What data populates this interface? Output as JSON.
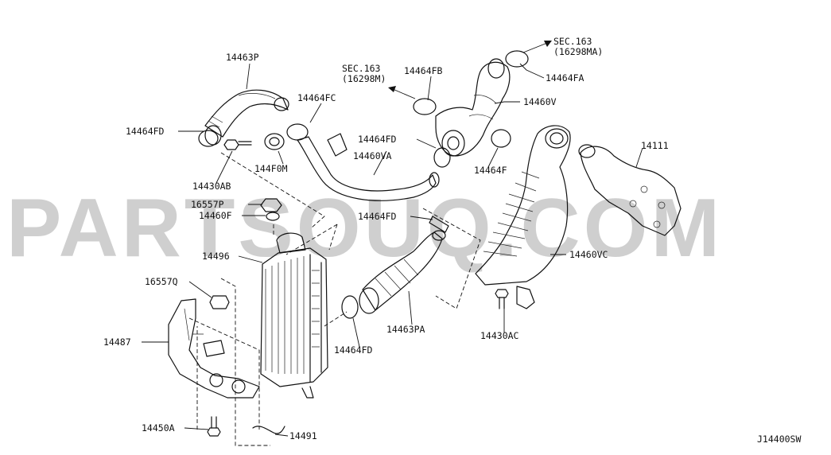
{
  "watermark": "PARTSOUQ.COM",
  "diagram_code": "J14400SW",
  "references": [
    {
      "id": "sec163-right",
      "line1": "SEC.163",
      "line2": "(16298MA)"
    },
    {
      "id": "sec163-left",
      "line1": "SEC.163",
      "line2": "(16298M)"
    }
  ],
  "labels": [
    {
      "id": "14463P",
      "text": "14463P"
    },
    {
      "id": "14464FB",
      "text": "14464FB"
    },
    {
      "id": "14464FA",
      "text": "14464FA"
    },
    {
      "id": "14464FC",
      "text": "14464FC"
    },
    {
      "id": "14460V",
      "text": "14460V"
    },
    {
      "id": "14464FD-a",
      "text": "14464FD"
    },
    {
      "id": "14464FD-b",
      "text": "14464FD"
    },
    {
      "id": "14111",
      "text": "14111"
    },
    {
      "id": "144F0M",
      "text": "144F0M"
    },
    {
      "id": "14460VA",
      "text": "14460VA"
    },
    {
      "id": "14464F",
      "text": "14464F"
    },
    {
      "id": "14430AB",
      "text": "14430AB"
    },
    {
      "id": "16557P",
      "text": "16557P"
    },
    {
      "id": "14460F",
      "text": "14460F"
    },
    {
      "id": "14464FD-c",
      "text": "14464FD"
    },
    {
      "id": "14496",
      "text": "14496"
    },
    {
      "id": "14460VC",
      "text": "14460VC"
    },
    {
      "id": "16557Q",
      "text": "16557Q"
    },
    {
      "id": "14463PA",
      "text": "14463PA"
    },
    {
      "id": "14430AC",
      "text": "14430AC"
    },
    {
      "id": "14487",
      "text": "14487"
    },
    {
      "id": "14464FD-d",
      "text": "14464FD"
    },
    {
      "id": "14450A",
      "text": "14450A"
    },
    {
      "id": "14491",
      "text": "14491"
    }
  ]
}
